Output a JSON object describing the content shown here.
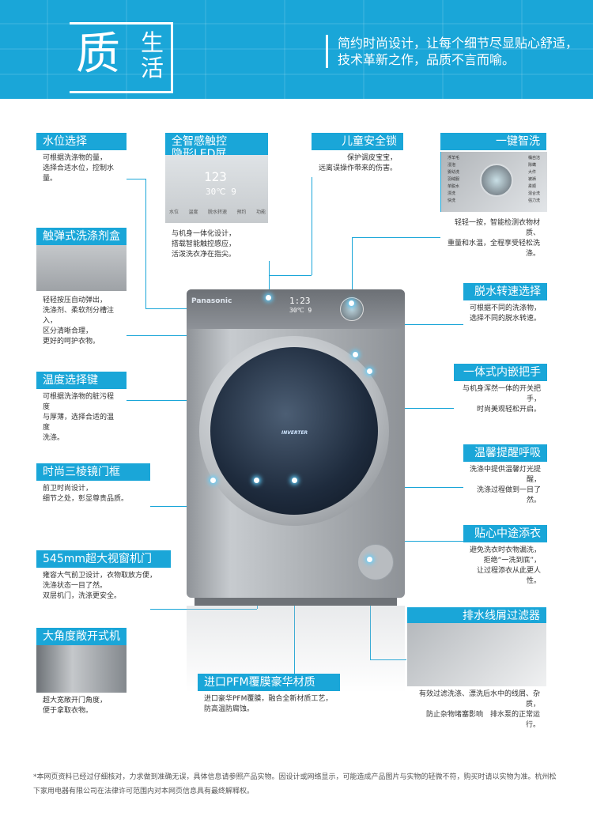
{
  "banner": {
    "logo_main": "质",
    "logo_side": "生活",
    "slogan_line1": "简约时尚设计，让每个细节尽显贴心舒适，",
    "slogan_line2": "技术革新之作，品质不言而喻。"
  },
  "machine": {
    "brand": "Panasonic",
    "door_logo": "INVERTER",
    "led_time": "1:23",
    "led_temp": "30℃ 9"
  },
  "led_screen": {
    "big": "123",
    "small": "30℃ 9",
    "keys": [
      "水位",
      "温度",
      "脱水转速",
      "预约",
      "功能"
    ]
  },
  "smart_wash": {
    "programs_left": [
      "浮羊毛",
      "浸泡",
      "婴幼洗",
      "羽绒服",
      "单脱水",
      "漂洗",
      "快洗"
    ],
    "programs_right": [
      "桶自洁",
      "除螨",
      "大件",
      "被褥",
      "柔顺",
      "混合洗",
      "强力洗"
    ]
  },
  "features": {
    "water_level": {
      "title": "水位选择",
      "desc1": "可根据洗涤物的量，",
      "desc2": "选择合适水位，控制水量。"
    },
    "led": {
      "title1": "全智感触控",
      "title2": "隐形LED屏",
      "desc1": "与机身一体化设计，",
      "desc2": "搭载智能触控感应，",
      "desc3": "活泼洗衣净在指尖。"
    },
    "child_lock": {
      "title": "儿童安全锁",
      "desc1": "保护调皮宝宝，",
      "desc2": "远离误操作带来的伤害。"
    },
    "one_key": {
      "title": "一键智洗",
      "desc1": "轻轻一按，智能检测衣物材质、",
      "desc2": "重量和水温，全程享受轻松洗涤。"
    },
    "detergent": {
      "title": "触弹式洗涤剂盒",
      "desc1": "轻轻按压自动弹出，",
      "desc2": "洗涤剂、柔软剂分槽注入，",
      "desc3": "区分清晰合理，",
      "desc4": "更好的呵护衣物。"
    },
    "spin": {
      "title": "脱水转速选择键",
      "desc1": "可根据不同的洗涤物，",
      "desc2": "选择不同的脱水转速。"
    },
    "temperature": {
      "title": "温度选择键",
      "desc1": "可根据洗涤物的脏污程度",
      "desc2": "与厚薄，选择合适的温度",
      "desc3": "洗涤。"
    },
    "handle": {
      "title": "一体式内嵌把手",
      "desc1": "与机身浑然一体的开关把手，",
      "desc2": "时尚美观轻松开启。"
    },
    "frame": {
      "title": "时尚三棱镜门框",
      "desc1": "前卫时尚设计，",
      "desc2": "细节之处，彰显尊贵品质。"
    },
    "breath_light": {
      "title": "温馨提醒呼吸灯",
      "desc1": "洗涤中提供温馨灯光提醒，",
      "desc2": "洗涤过程做到一目了然。"
    },
    "add_clothes": {
      "title": "贴心中途添衣",
      "desc1": "避免洗衣时衣物漏洗，",
      "desc2": "拒绝“一洗到底”，",
      "desc3": "让过程添衣从此更人性。"
    },
    "big_door": {
      "title": "545mm超大视窗机门",
      "desc1": "雍容大气前卫设计，衣物取放方便，",
      "desc2": "洗涤状态一目了然。",
      "desc3": "双层机门，洗涤更安全。"
    },
    "drain_filter": {
      "title": "排水线屑过滤器",
      "desc1": "有效过滤洗涤、漂洗后水中的线屑、杂质，",
      "desc2": "防止杂物堵塞影响　排水泵的正常运行。"
    },
    "wide_door": {
      "title": "大角度敞开式机门",
      "desc1": "超大宽敞开门角度，",
      "desc2": "便于拿取衣物。"
    },
    "pfm": {
      "title": "进口PFM覆膜豪华材质",
      "desc1": "进口豪华PFM覆膜，融合全新材质工艺，",
      "desc2": "防高温防腐蚀。"
    }
  },
  "footer": {
    "line1": "*本网页资料已经过仔细核对，力求做到准确无误，具体信息请参照产品实物。因设计或网络显示，可能造成产品图片与实物的轻微不符，购买时请以实物为准。杭州松",
    "line2": "下家用电器有限公司在法律许可范围内对本网页信息具有最终解释权。"
  }
}
